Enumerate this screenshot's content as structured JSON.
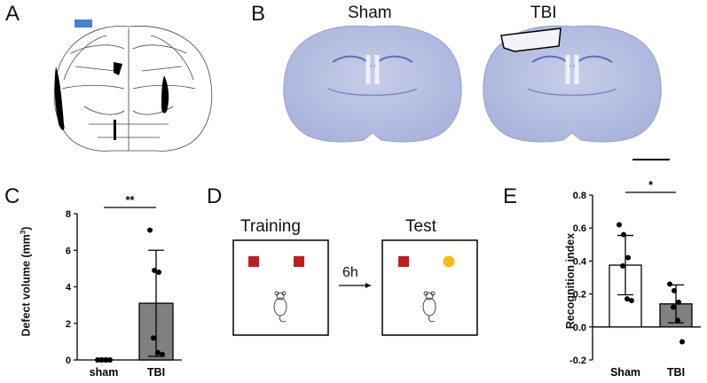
{
  "panels": {
    "a": "A",
    "b": "B",
    "c": "C",
    "d": "D",
    "e": "E"
  },
  "panel_b": {
    "left_title": "Sham",
    "right_title": "TBI"
  },
  "panel_d": {
    "training": "Training",
    "test": "Test",
    "delay": "6h",
    "colors": {
      "cube": "#c01d1d",
      "ball": "#f2be1a"
    }
  },
  "panel_c": {
    "ylabel_main": "Defect volume (mm",
    "ylabel_sup": "3",
    "ylabel_end": ")",
    "significance": "**"
  },
  "panel_e": {
    "significance": "*"
  },
  "chart_data": [
    {
      "type": "bar",
      "categories": [
        "sham",
        "TBI"
      ],
      "values": [
        0,
        3.1
      ],
      "error_sd": [
        0,
        2.9
      ],
      "points": [
        [
          0,
          0,
          0,
          0,
          0,
          0
        ],
        [
          7.1,
          4.9,
          4.8,
          1.2,
          0.4,
          0.3
        ]
      ],
      "ylabel": "Defect volume (mm3)",
      "yticks": [
        "0",
        "2",
        "4",
        "6",
        "8"
      ],
      "ylim": [
        0,
        8
      ],
      "bar_colors": [
        "#ffffff",
        "#808080"
      ]
    },
    {
      "type": "bar",
      "categories": [
        "Sham",
        "TBI"
      ],
      "values": [
        0.375,
        0.14
      ],
      "error_sd": [
        0.18,
        0.115
      ],
      "points": [
        [
          0.62,
          0.56,
          0.42,
          0.37,
          0.17,
          0.16
        ],
        [
          0.26,
          0.22,
          0.15,
          0.12,
          0.04,
          -0.09
        ]
      ],
      "ylabel": "Recognition index",
      "yticks": [
        "-0.2",
        "0.0",
        "0.2",
        "0.4",
        "0.6",
        "0.8"
      ],
      "ylim": [
        -0.2,
        0.8
      ],
      "bar_colors": [
        "#ffffff",
        "#808080"
      ]
    }
  ]
}
